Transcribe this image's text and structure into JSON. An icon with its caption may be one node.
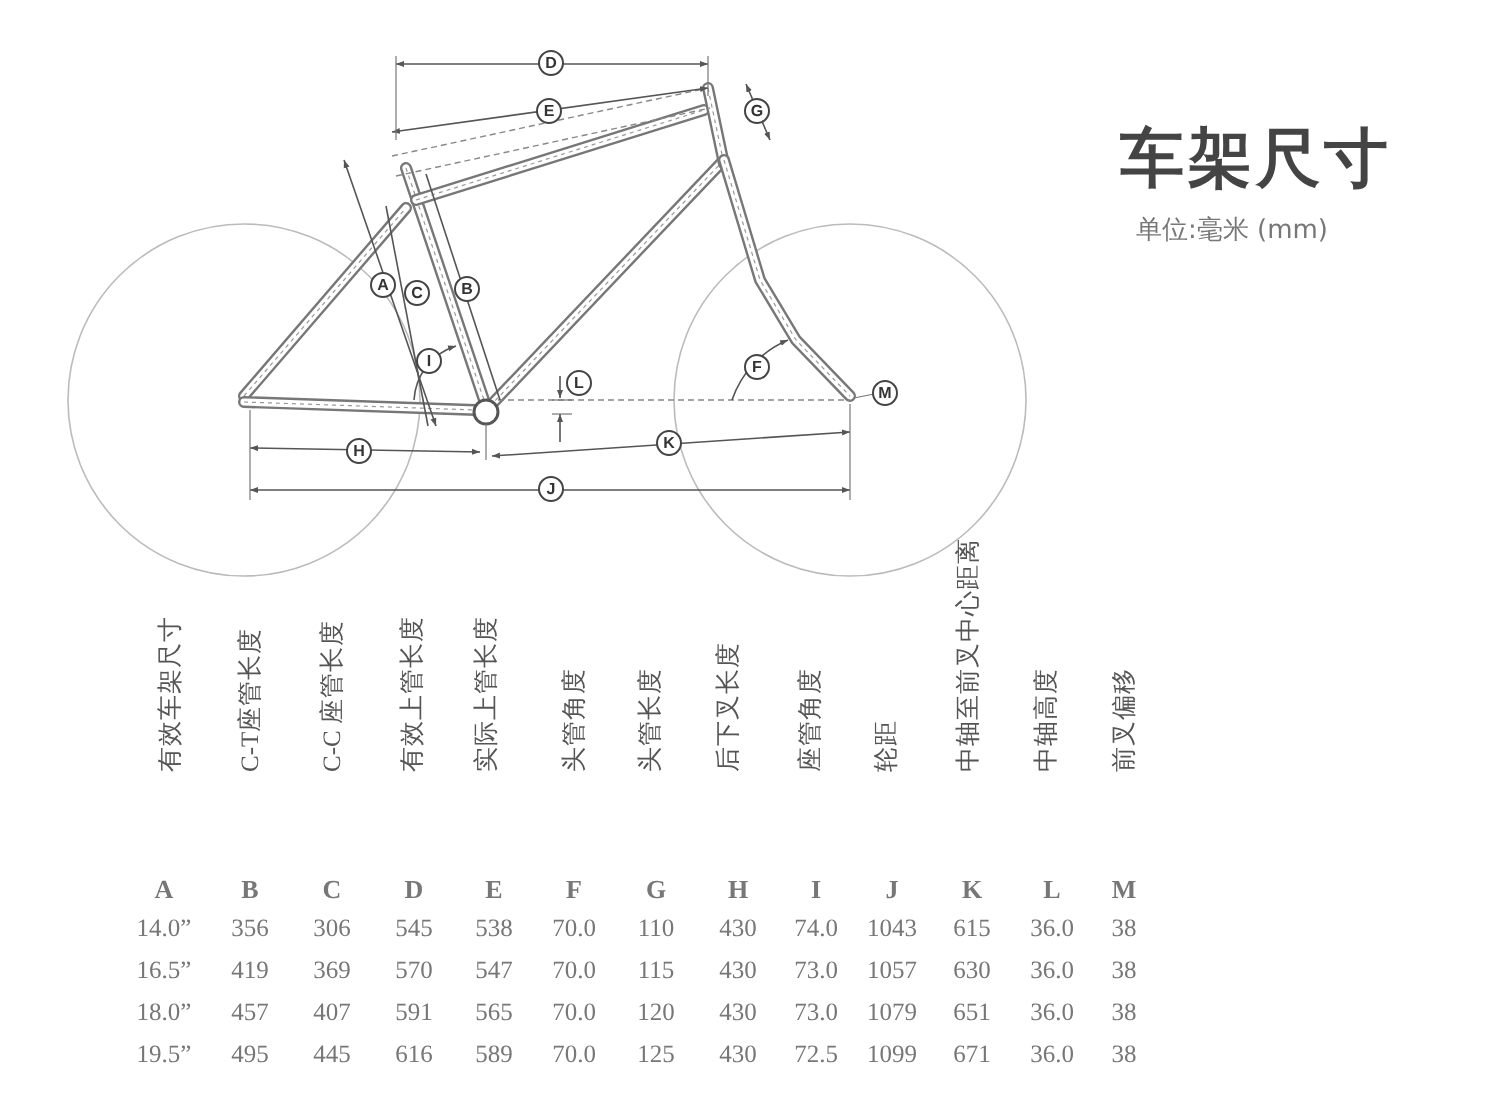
{
  "diagram": {
    "title": "车架尺寸",
    "labels": [
      "D",
      "E",
      "G",
      "A",
      "C",
      "B",
      "F",
      "I",
      "L",
      "M",
      "H",
      "K",
      "J",
      "单位:毫米 (mm)",
      "有效车架尺寸",
      "C-T座管长度",
      "C-C 座管长度",
      "有效上管长度",
      "实际上管长度",
      "头管角度",
      "头管长度",
      "后下叉长度",
      "座管角度",
      "轮距",
      "中轴至前叉中心距离",
      "中轴高度",
      "前叉偏移",
      "A",
      "B",
      "C",
      "D",
      "E",
      "F",
      "G",
      "H",
      "I",
      "J",
      "K",
      "L",
      "M",
      "14.0”",
      "356",
      "306",
      "545",
      "538",
      "70.0",
      "110",
      "430",
      "74.0",
      "1043",
      "615",
      "36.0",
      "38",
      "16.5”",
      "419",
      "369",
      "570",
      "547",
      "70.0",
      "115",
      "430",
      "73.0",
      "1057",
      "630",
      "36.0",
      "38",
      "18.0”",
      "457",
      "407",
      "591",
      "565",
      "70.0",
      "120",
      "430",
      "73.0",
      "1079",
      "651",
      "36.0",
      "38",
      "19.5”",
      "495",
      "445",
      "616",
      "589",
      "70.0",
      "125",
      "430",
      "72.5",
      "1099",
      "671",
      "36.0",
      "38"
    ]
  }
}
